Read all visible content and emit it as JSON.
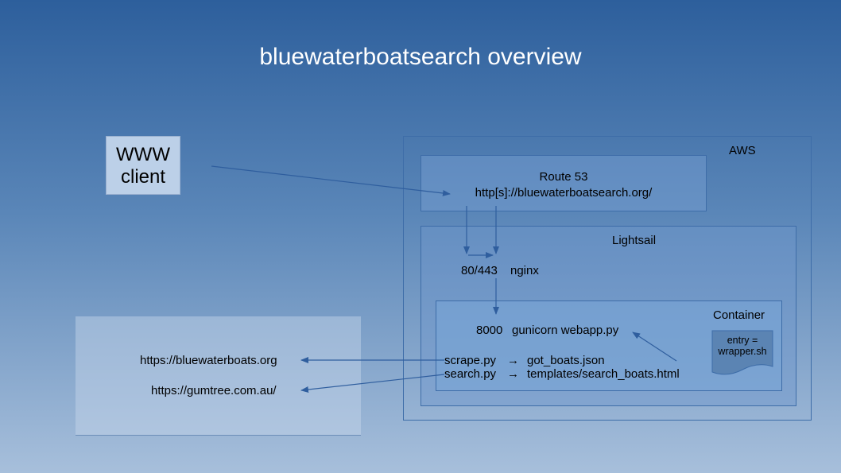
{
  "title": "bluewaterboatsearch overview",
  "client": {
    "line1": "WWW",
    "line2": "client"
  },
  "aws": {
    "label": "AWS"
  },
  "route53": {
    "label": "Route 53",
    "url": "http[s]://bluewaterboatsearch.org/"
  },
  "lightsail": {
    "label": "Lightsail",
    "port": "80/443",
    "server": "nginx"
  },
  "container": {
    "label": "Container",
    "port": "8000",
    "app": "gunicorn webapp.py",
    "entry_line1": "entry =",
    "entry_line2": "wrapper.sh",
    "scrape": {
      "script": "scrape.py",
      "arrow": "→",
      "output": "got_boats.json"
    },
    "search": {
      "script": "search.py",
      "arrow": "→",
      "output": "templates/search_boats.html"
    }
  },
  "external": {
    "site1": "https://bluewaterboats.org",
    "site2": "https://gumtree.com.au/"
  },
  "colors": {
    "arrow": "#2f5e9e",
    "border": "#3e6da8",
    "document": "#5b84b3"
  }
}
